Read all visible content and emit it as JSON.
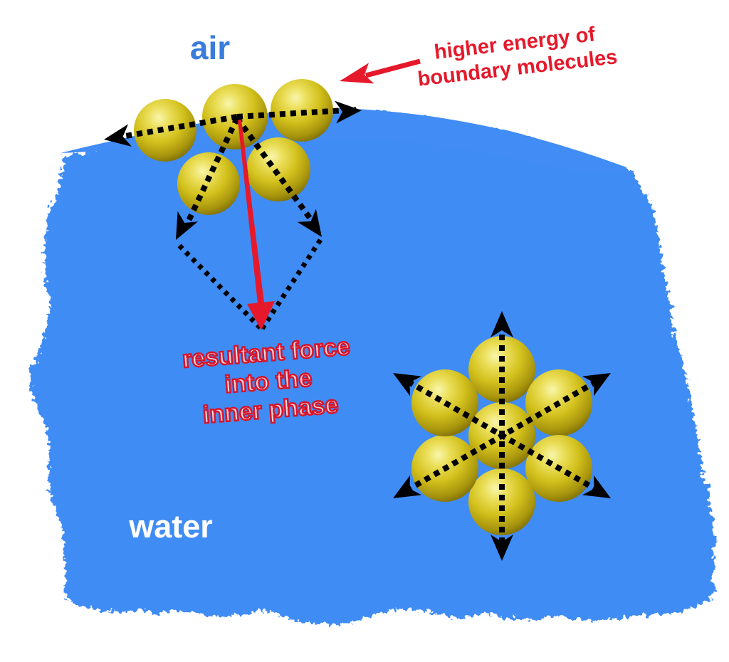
{
  "labels": {
    "air": "air",
    "water": "water"
  },
  "annotations": {
    "boundary": {
      "line1": "higher energy of",
      "line2": "boundary molecules"
    },
    "resultant": {
      "line1": "resultant force",
      "line2": "into the",
      "line3": "inner phase"
    }
  },
  "figures": {
    "surface_cluster_molecules": 5,
    "bulk_cluster_molecules": 7,
    "surface_force_arrows": 4,
    "bulk_force_arrows": 6
  },
  "colors": {
    "water_blue": "#418CF5",
    "air_label_blue": "#3A7CDB",
    "water_label_white": "#FFFFFF",
    "annotation_red": "#E5192B",
    "resultant_fill": "#F2D4DA",
    "resultant_outline": "#D6152B",
    "arrow_black": "#000000",
    "molecule_gold": "#D3C11D"
  }
}
